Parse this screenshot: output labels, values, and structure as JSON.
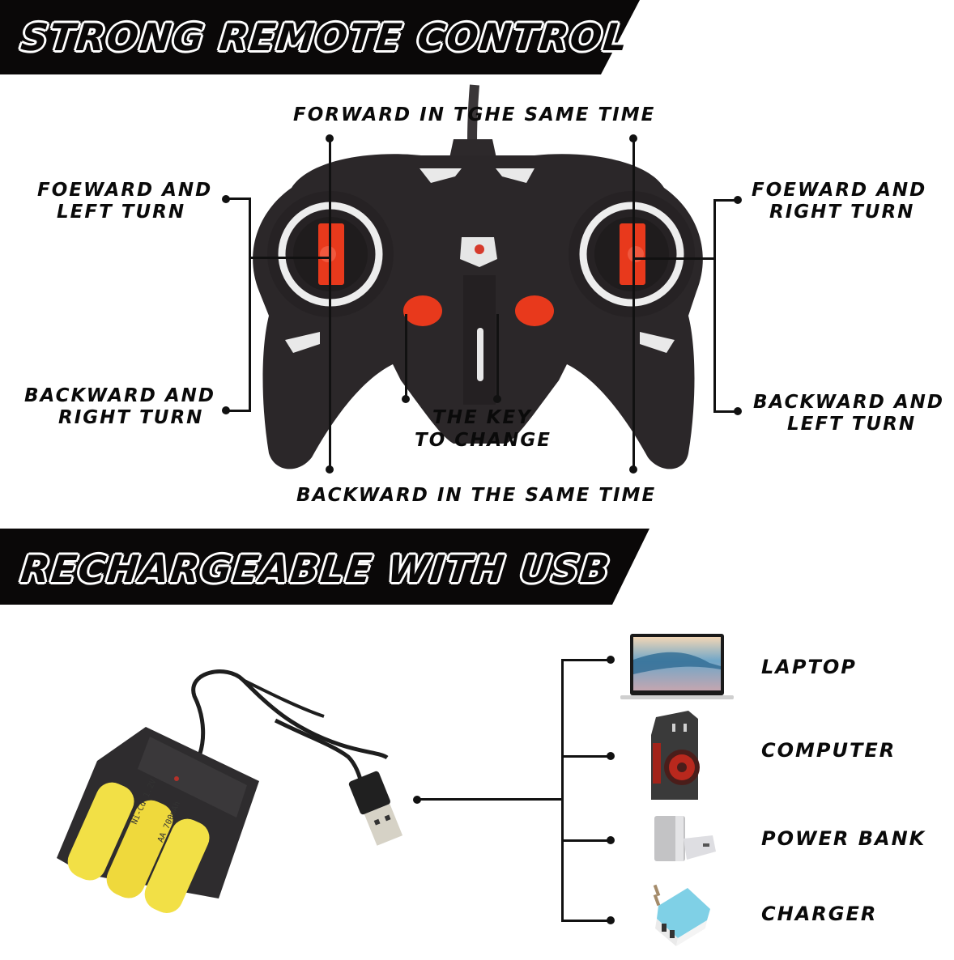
{
  "sections": {
    "remote": {
      "title": "STRONG REMOTE CONTROL",
      "labels": {
        "top": "FORWARD IN TGHE SAME TIME",
        "bottom": "BACKWARD IN THE SAME TIME",
        "left_top_line1": "FOEWARD AND",
        "left_top_line2": "LEFT TURN",
        "left_bottom_line1": "BACKWARD AND",
        "left_bottom_line2": "RIGHT TURN",
        "right_top_line1": "FOEWARD AND",
        "right_top_line2": "RIGHT TURN",
        "right_bottom_line1": "BACKWARD AND",
        "right_bottom_line2": "LEFT TURN",
        "center_line1": "THE KEY",
        "center_line2": "TO CHANGE"
      },
      "product_image": "rc-controller-icon"
    },
    "usb": {
      "title": "RECHARGEABLE WITH USB",
      "product_image": "battery-charger-icon",
      "battery_text": {
        "type": "Ni-Cd 1.2V",
        "capacity": "AA 700mAh"
      },
      "sources": [
        {
          "label": "LAPTOP",
          "icon": "laptop-icon"
        },
        {
          "label": "COMPUTER",
          "icon": "desktop-tower-icon"
        },
        {
          "label": "POWER BANK",
          "icon": "power-bank-icon"
        },
        {
          "label": "CHARGER",
          "icon": "wall-charger-icon"
        }
      ]
    }
  },
  "colors": {
    "banner": "#0a0808",
    "accent_red": "#e8391c",
    "controller_body": "#2b2729",
    "battery_yellow": "#f2e046",
    "charger_blue": "#7fd0e6"
  }
}
